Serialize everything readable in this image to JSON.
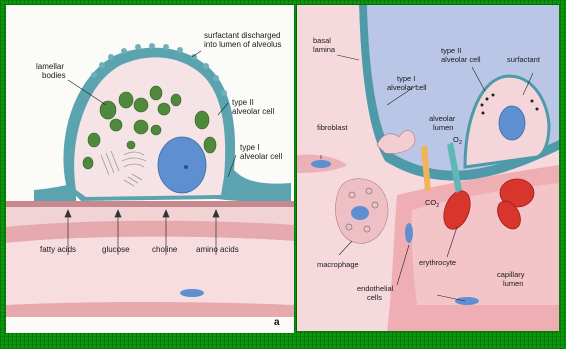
{
  "panel_a": {
    "letter": "a",
    "labels": {
      "lamellar_bodies_1": "lamellar",
      "lamellar_bodies_2": "bodies",
      "surfactant_1": "surfactant discharged",
      "surfactant_2": "into lumen of alveolus",
      "type2_1": "type II",
      "type2_2": "alveolar cell",
      "type1_1": "type I",
      "type1_2": "alveolar cell",
      "fatty_acids": "fatty acids",
      "glucose": "glucose",
      "choline": "choline",
      "amino_acids": "amino acids"
    }
  },
  "panel_b": {
    "labels": {
      "basal_1": "basal",
      "basal_2": "lamina",
      "type1_1": "type I",
      "type1_2": "alveolar cell",
      "type2_1": "type II",
      "type2_2": "alveolar cell",
      "surfactant": "surfactant",
      "fibroblast": "fibroblast",
      "alveolar_lumen_1": "alveolar",
      "alveolar_lumen_2": "lumen",
      "o2": "O",
      "o2_sub": "2",
      "co2": "CO",
      "co2_sub": "2",
      "macrophage": "macrophage",
      "erythrocyte": "erythrocyte",
      "endothelial_1": "endothelial",
      "endothelial_2": "cells",
      "capillary_1": "capillary",
      "capillary_2": "lumen"
    }
  },
  "colors": {
    "slide_green": "#0b960b",
    "alveolar_blue": "#b9c6e6",
    "cell_teal": "#4f9aa8",
    "tissue_pink": "#f3c9cc",
    "lamellar_green": "#4f8a3c",
    "erythrocyte_red": "#d8352c",
    "nucleus_blue": "#5e8fd0"
  }
}
